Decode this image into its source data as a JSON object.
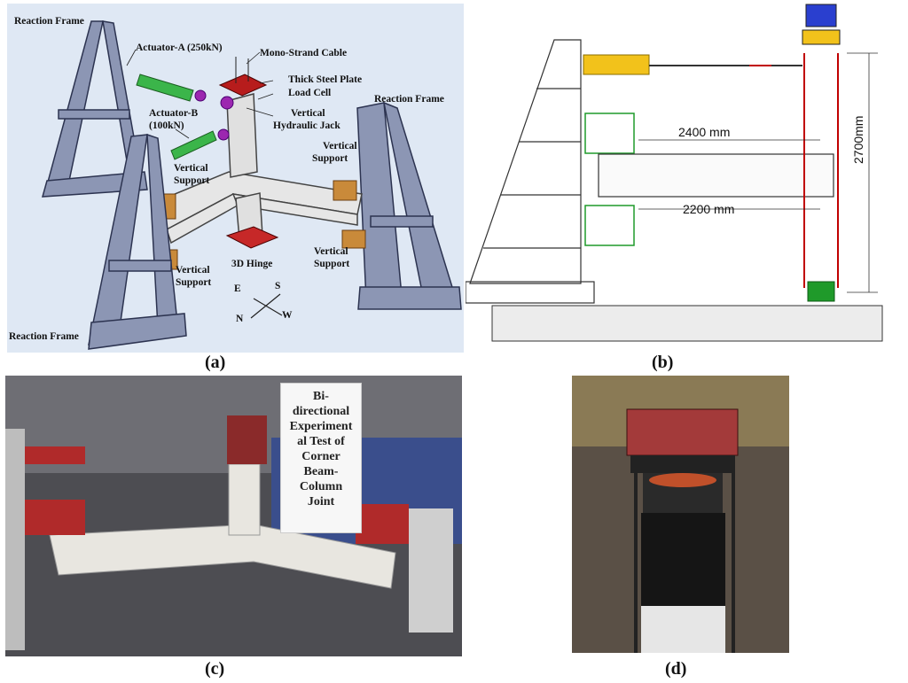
{
  "panel_a": {
    "caption": "(a)",
    "labels": {
      "reaction_frame_top": "Reaction Frame",
      "actuator_a": "Actuator-A (250kN)",
      "mono_strand_cable": "Mono-Strand Cable",
      "thick_steel_plate": "Thick Steel Plate",
      "load_cell": "Load Cell",
      "reaction_frame_right": "Reaction Frame",
      "actuator_b_line1": "Actuator-B",
      "actuator_b_line2": "(100kN)",
      "vertical_hydraulic_jack_line1": "Vertical",
      "vertical_hydraulic_jack_line2": "Hydraulic Jack",
      "vertical_support_right_line1": "Vertical",
      "vertical_support_right_line2": "Support",
      "vertical_support_left_line1": "Vertical",
      "vertical_support_left_line2": "Support",
      "hinge_3d": "3D Hinge",
      "vertical_support_bottom_right_line1": "Vertical",
      "vertical_support_bottom_right_line2": "Support",
      "vertical_support_bottom_left_line1": "Vertical",
      "vertical_support_bottom_left_line2": "Support",
      "reaction_frame_bottom": "Reaction Frame"
    },
    "compass": {
      "e": "E",
      "s": "S",
      "n": "N",
      "w": "W"
    }
  },
  "panel_b": {
    "caption": "(b)",
    "dimensions": {
      "top_beam": "2400 mm",
      "bottom_beam": "2200 mm",
      "column": "2700mm"
    }
  },
  "panel_c": {
    "caption": "(c)",
    "sign_lines": [
      "Bi-",
      "directional",
      "Experiment",
      "al Test of",
      "Corner",
      "Beam-",
      "Column",
      "Joint"
    ]
  },
  "panel_d": {
    "caption": "(d)"
  },
  "colors": {
    "frame_steel": "#8c96b4",
    "actuator_green": "#3bb54a",
    "hinge_red": "#c62828",
    "support_wood": "#c98a3a",
    "concrete": "#e6e6e6",
    "drawing_red": "#c00000",
    "drawing_green": "#1f9a2a",
    "actuator_yellow": "#f2c21b"
  }
}
